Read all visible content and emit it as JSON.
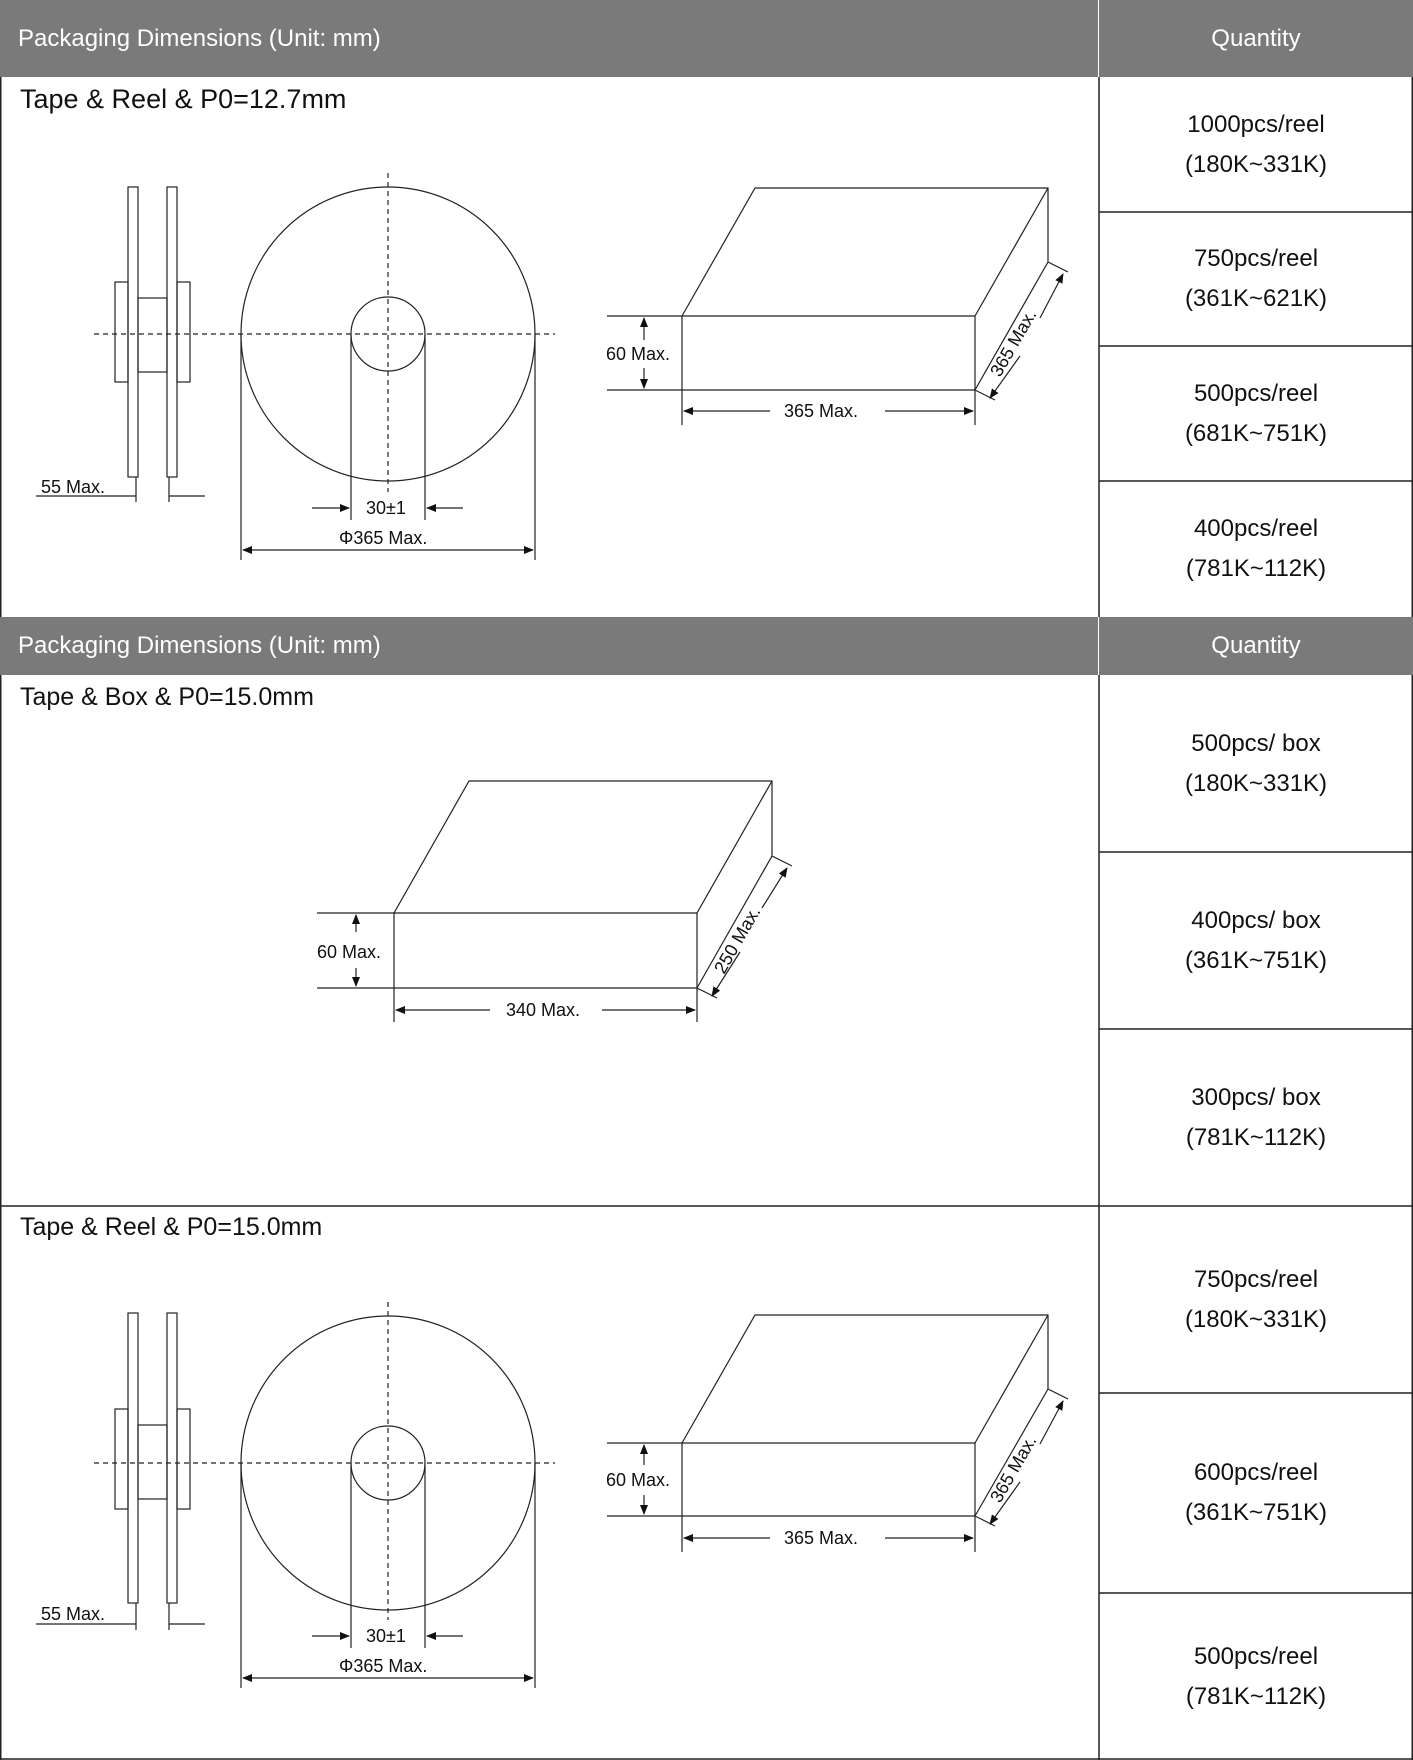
{
  "header1": {
    "left": "Packaging Dimensions (Unit: mm)",
    "right": "Quantity"
  },
  "header2": {
    "left": "Packaging Dimensions (Unit: mm)",
    "right": "Quantity"
  },
  "section1": {
    "title": "Tape & Reel & P0=12.7mm",
    "quantities": [
      {
        "line1": "1000pcs/reel",
        "line2": "(180K~331K)"
      },
      {
        "line1": "750pcs/reel",
        "line2": "(361K~621K)"
      },
      {
        "line1": "500pcs/reel",
        "line2": "(681K~751K)"
      },
      {
        "line1": "400pcs/reel",
        "line2": "(781K~112K)"
      }
    ],
    "labels": {
      "flange": "55 Max.",
      "hub": "30±1",
      "diameter": "Φ365 Max.",
      "height": "60 Max.",
      "width": "365 Max.",
      "depth": "365 Max."
    }
  },
  "section2": {
    "title": "Tape & Box & P0=15.0mm",
    "quantities": [
      {
        "line1": "500pcs/ box",
        "line2": "(180K~331K)"
      },
      {
        "line1": "400pcs/ box",
        "line2": "(361K~751K)"
      },
      {
        "line1": "300pcs/ box",
        "line2": "(781K~112K)"
      }
    ],
    "labels": {
      "height": "60 Max.",
      "width": "340 Max.",
      "depth": "250 Max."
    }
  },
  "section3": {
    "title": "Tape & Reel & P0=15.0mm",
    "quantities": [
      {
        "line1": "750pcs/reel",
        "line2": "(180K~331K)"
      },
      {
        "line1": "600pcs/reel",
        "line2": "(361K~751K)"
      },
      {
        "line1": "500pcs/reel",
        "line2": "(781K~112K)"
      }
    ],
    "labels": {
      "flange": "55 Max.",
      "hub": "30±1",
      "diameter": "Φ365 Max.",
      "height": "60 Max.",
      "width": "365 Max.",
      "depth": "365 Max."
    }
  }
}
